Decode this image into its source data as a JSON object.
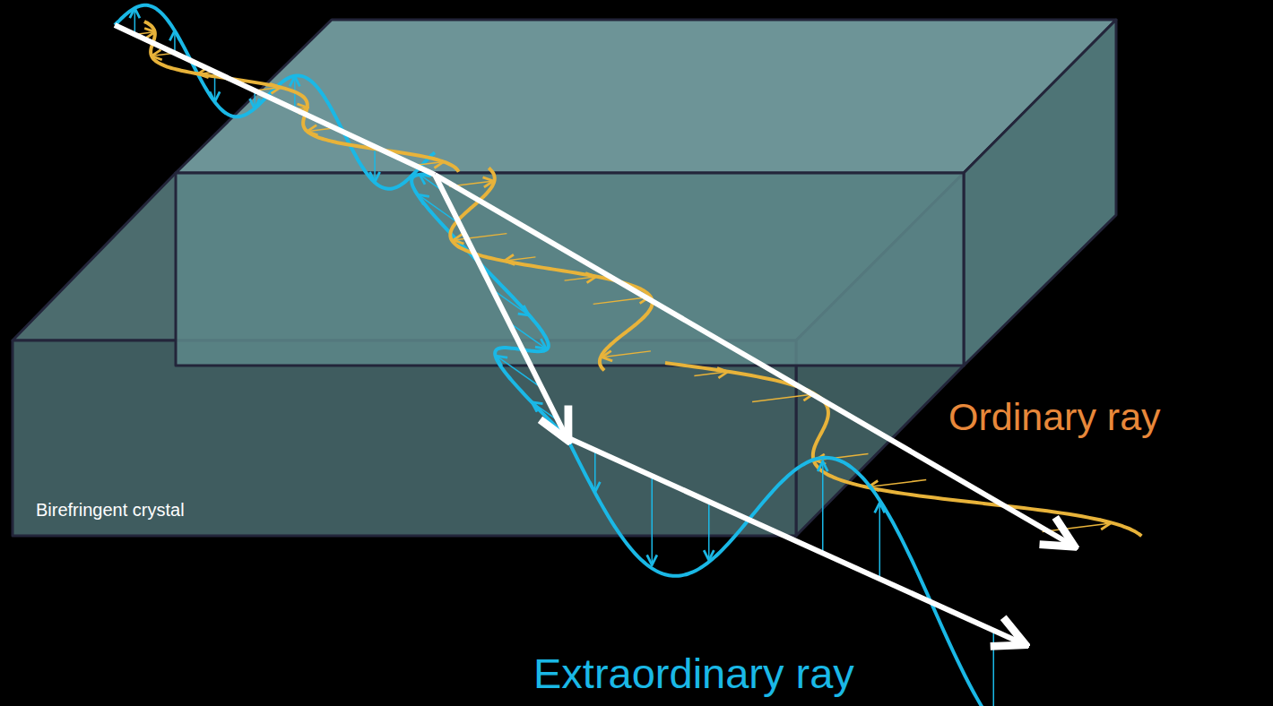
{
  "diagram": {
    "labels": [
      "Birefringent crystal",
      "Ordinary ray",
      "Extraordinary ray"
    ]
  }
}
